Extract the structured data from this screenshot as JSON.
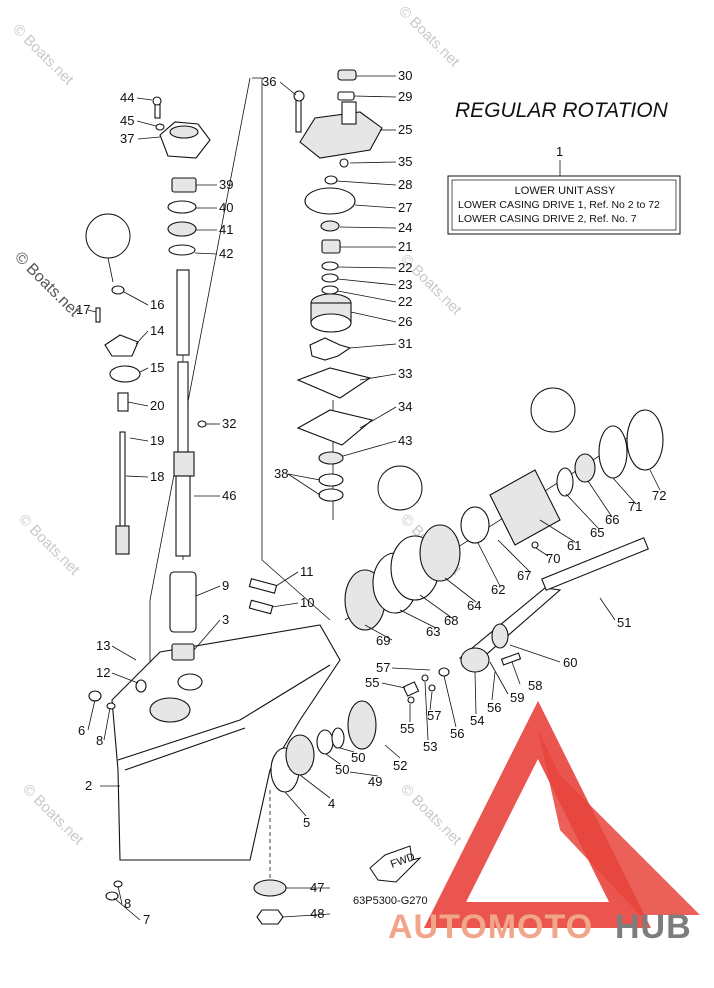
{
  "title": "REGULAR ROTATION",
  "info_box": {
    "ref": "1",
    "title": "LOWER UNIT ASSY",
    "lines": [
      "LOWER CASING DRIVE 1, Ref. No 2 to 72",
      "LOWER CASING DRIVE 2, Ref. No. 7"
    ]
  },
  "diagram_code": "63P5300-G270",
  "fwd_label": "FWD",
  "watermarks": {
    "small": "© Boats.net",
    "left_side": "© Boats.net"
  },
  "logo": {
    "part1": "AUTOMOTO",
    "part2": "HUB",
    "colors": {
      "triangle": "#e8443c",
      "text_light": "#f1a58a",
      "text_dark": "#7d7d7d"
    }
  },
  "callouts": [
    "44",
    "45",
    "37",
    "36",
    "30",
    "29",
    "25",
    "35",
    "28",
    "27",
    "39",
    "40",
    "41",
    "42",
    "24",
    "21",
    "22",
    "23",
    "22",
    "26",
    "16",
    "17",
    "14",
    "15",
    "31",
    "33",
    "20",
    "19",
    "32",
    "34",
    "18",
    "43",
    "38",
    "46",
    "11",
    "10",
    "9",
    "3",
    "13",
    "12",
    "6",
    "8",
    "2",
    "8",
    "7",
    "5",
    "4",
    "50",
    "50",
    "49",
    "47",
    "48",
    "57",
    "55",
    "55",
    "53",
    "56",
    "57",
    "54",
    "56",
    "52",
    "58",
    "59",
    "60",
    "51",
    "69",
    "63",
    "68",
    "64",
    "62",
    "67",
    "70",
    "61",
    "65",
    "66",
    "71",
    "72"
  ]
}
